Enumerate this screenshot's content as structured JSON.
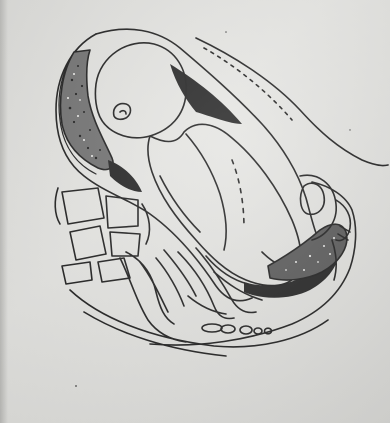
{
  "figure": {
    "caption": "",
    "colors": {
      "paper": "#dededb",
      "ink": "#1b1b1b",
      "shadow": "#2a2a2a"
    },
    "parts": [
      "uterine-wall",
      "fetal-head",
      "fetal-body",
      "amniotic-space",
      "placenta",
      "lumbar-vertebrae",
      "sacrum",
      "coccyx",
      "rectum",
      "bladder",
      "symphysis-pubis",
      "abdominal-wall",
      "perineum"
    ]
  }
}
